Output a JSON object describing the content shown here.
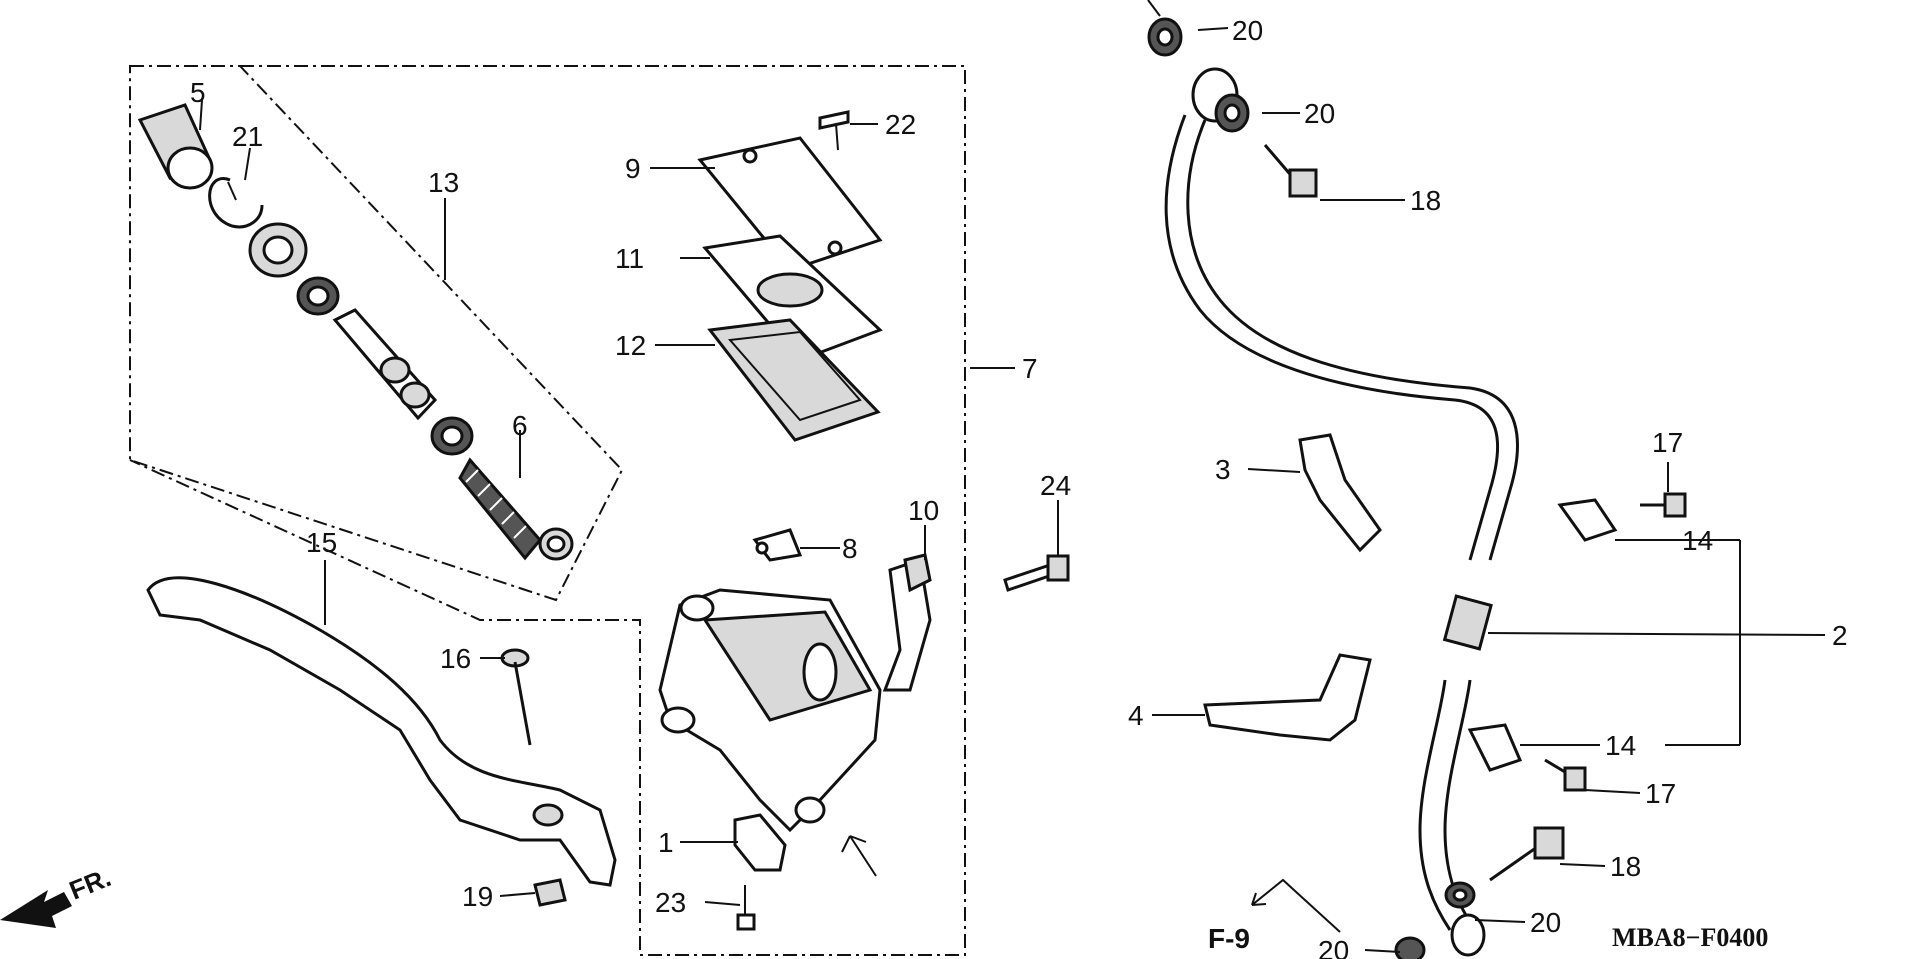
{
  "drawing_code": "MBA8−F0400",
  "reference": "F-9",
  "front_marker": "FR.",
  "callouts": {
    "p1": "1",
    "p2": "2",
    "p3": "3",
    "p4": "4",
    "p5": "5",
    "p6": "6",
    "p7": "7",
    "p8": "8",
    "p9": "9",
    "p10": "10",
    "p11": "11",
    "p12": "12",
    "p13": "13",
    "p14a": "14",
    "p14b": "14",
    "p15": "15",
    "p16": "16",
    "p17a": "17",
    "p17b": "17",
    "p18a": "18",
    "p18b": "18",
    "p19": "19",
    "p20a": "20",
    "p20b": "20",
    "p20c": "20",
    "p20d": "20",
    "p21": "21",
    "p22": "22",
    "p23": "23",
    "p24": "24"
  }
}
